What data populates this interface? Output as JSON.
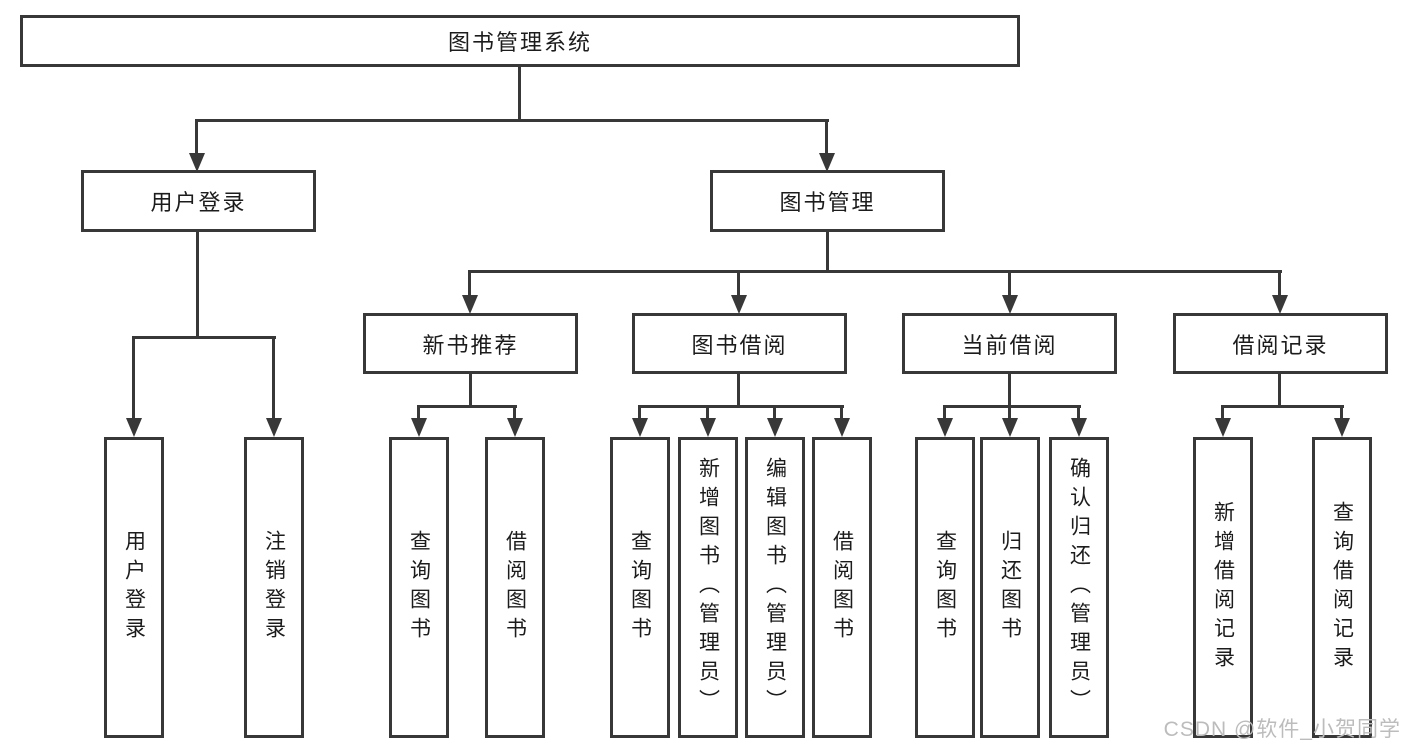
{
  "root": {
    "label": "图书管理系统"
  },
  "level2": [
    {
      "label": "用户登录"
    },
    {
      "label": "图书管理"
    }
  ],
  "level3": [
    {
      "label": "新书推荐"
    },
    {
      "label": "图书借阅"
    },
    {
      "label": "当前借阅"
    },
    {
      "label": "借阅记录"
    }
  ],
  "leaves": {
    "user_login": [
      {
        "label": "用户登录"
      },
      {
        "label": "注销登录"
      }
    ],
    "new_book": [
      {
        "label": "查询图书"
      },
      {
        "label": "借阅图书"
      }
    ],
    "book_borrow": [
      {
        "label": "查询图书"
      },
      {
        "label": "新增图书（管理员）"
      },
      {
        "label": "编辑图书（管理员）"
      },
      {
        "label": "借阅图书"
      }
    ],
    "current_borrow": [
      {
        "label": "查询图书"
      },
      {
        "label": "归还图书"
      },
      {
        "label": "确认归还（管理员）"
      }
    ],
    "borrow_record": [
      {
        "label": "新增借阅记录"
      },
      {
        "label": "查询借阅记录"
      }
    ]
  },
  "watermark": {
    "text": "CSDN @软件_小贺同学"
  },
  "colors": {
    "line": "#383838",
    "text": "#1c1c1c",
    "watermark": "#bcbcbc"
  }
}
